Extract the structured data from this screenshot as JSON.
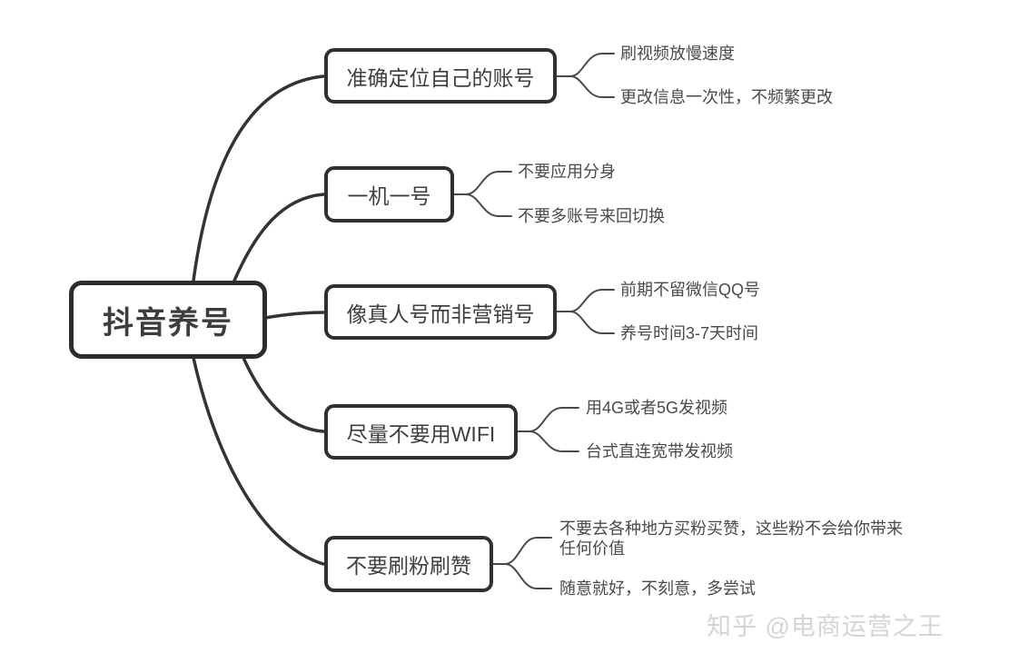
{
  "diagram": {
    "type": "mindmap",
    "root": {
      "label": "抖音养号"
    },
    "branches": [
      {
        "label": "准确定位自己的账号",
        "children": [
          "刷视频放慢速度",
          "更改信息一次性，不频繁更改"
        ]
      },
      {
        "label": "一机一号",
        "children": [
          "不要应用分身",
          "不要多账号来回切换"
        ]
      },
      {
        "label": "像真人号而非营销号",
        "children": [
          "前期不留微信QQ号",
          "养号时间3-7天时间"
        ]
      },
      {
        "label": "尽量不要用WIFI",
        "children": [
          "用4G或者5G发视频",
          "台式直连宽带发视频"
        ]
      },
      {
        "label": "不要刷粉刷赞",
        "children": [
          "不要去各种地方买粉买赞，这些粉不会给你带来任何价值",
          "随意就好，不刻意，多尝试"
        ]
      }
    ],
    "colors": {
      "background": "#ffffff",
      "node_border": "#2d2d2d",
      "node_fill": "#ffffff",
      "node_text": "#3d3d3d",
      "leaf_text": "#4a4a4a",
      "connector": "#333333",
      "watermark_text": "#d5d5d5"
    }
  },
  "watermark": {
    "label": "知乎 @电商运营之王"
  }
}
